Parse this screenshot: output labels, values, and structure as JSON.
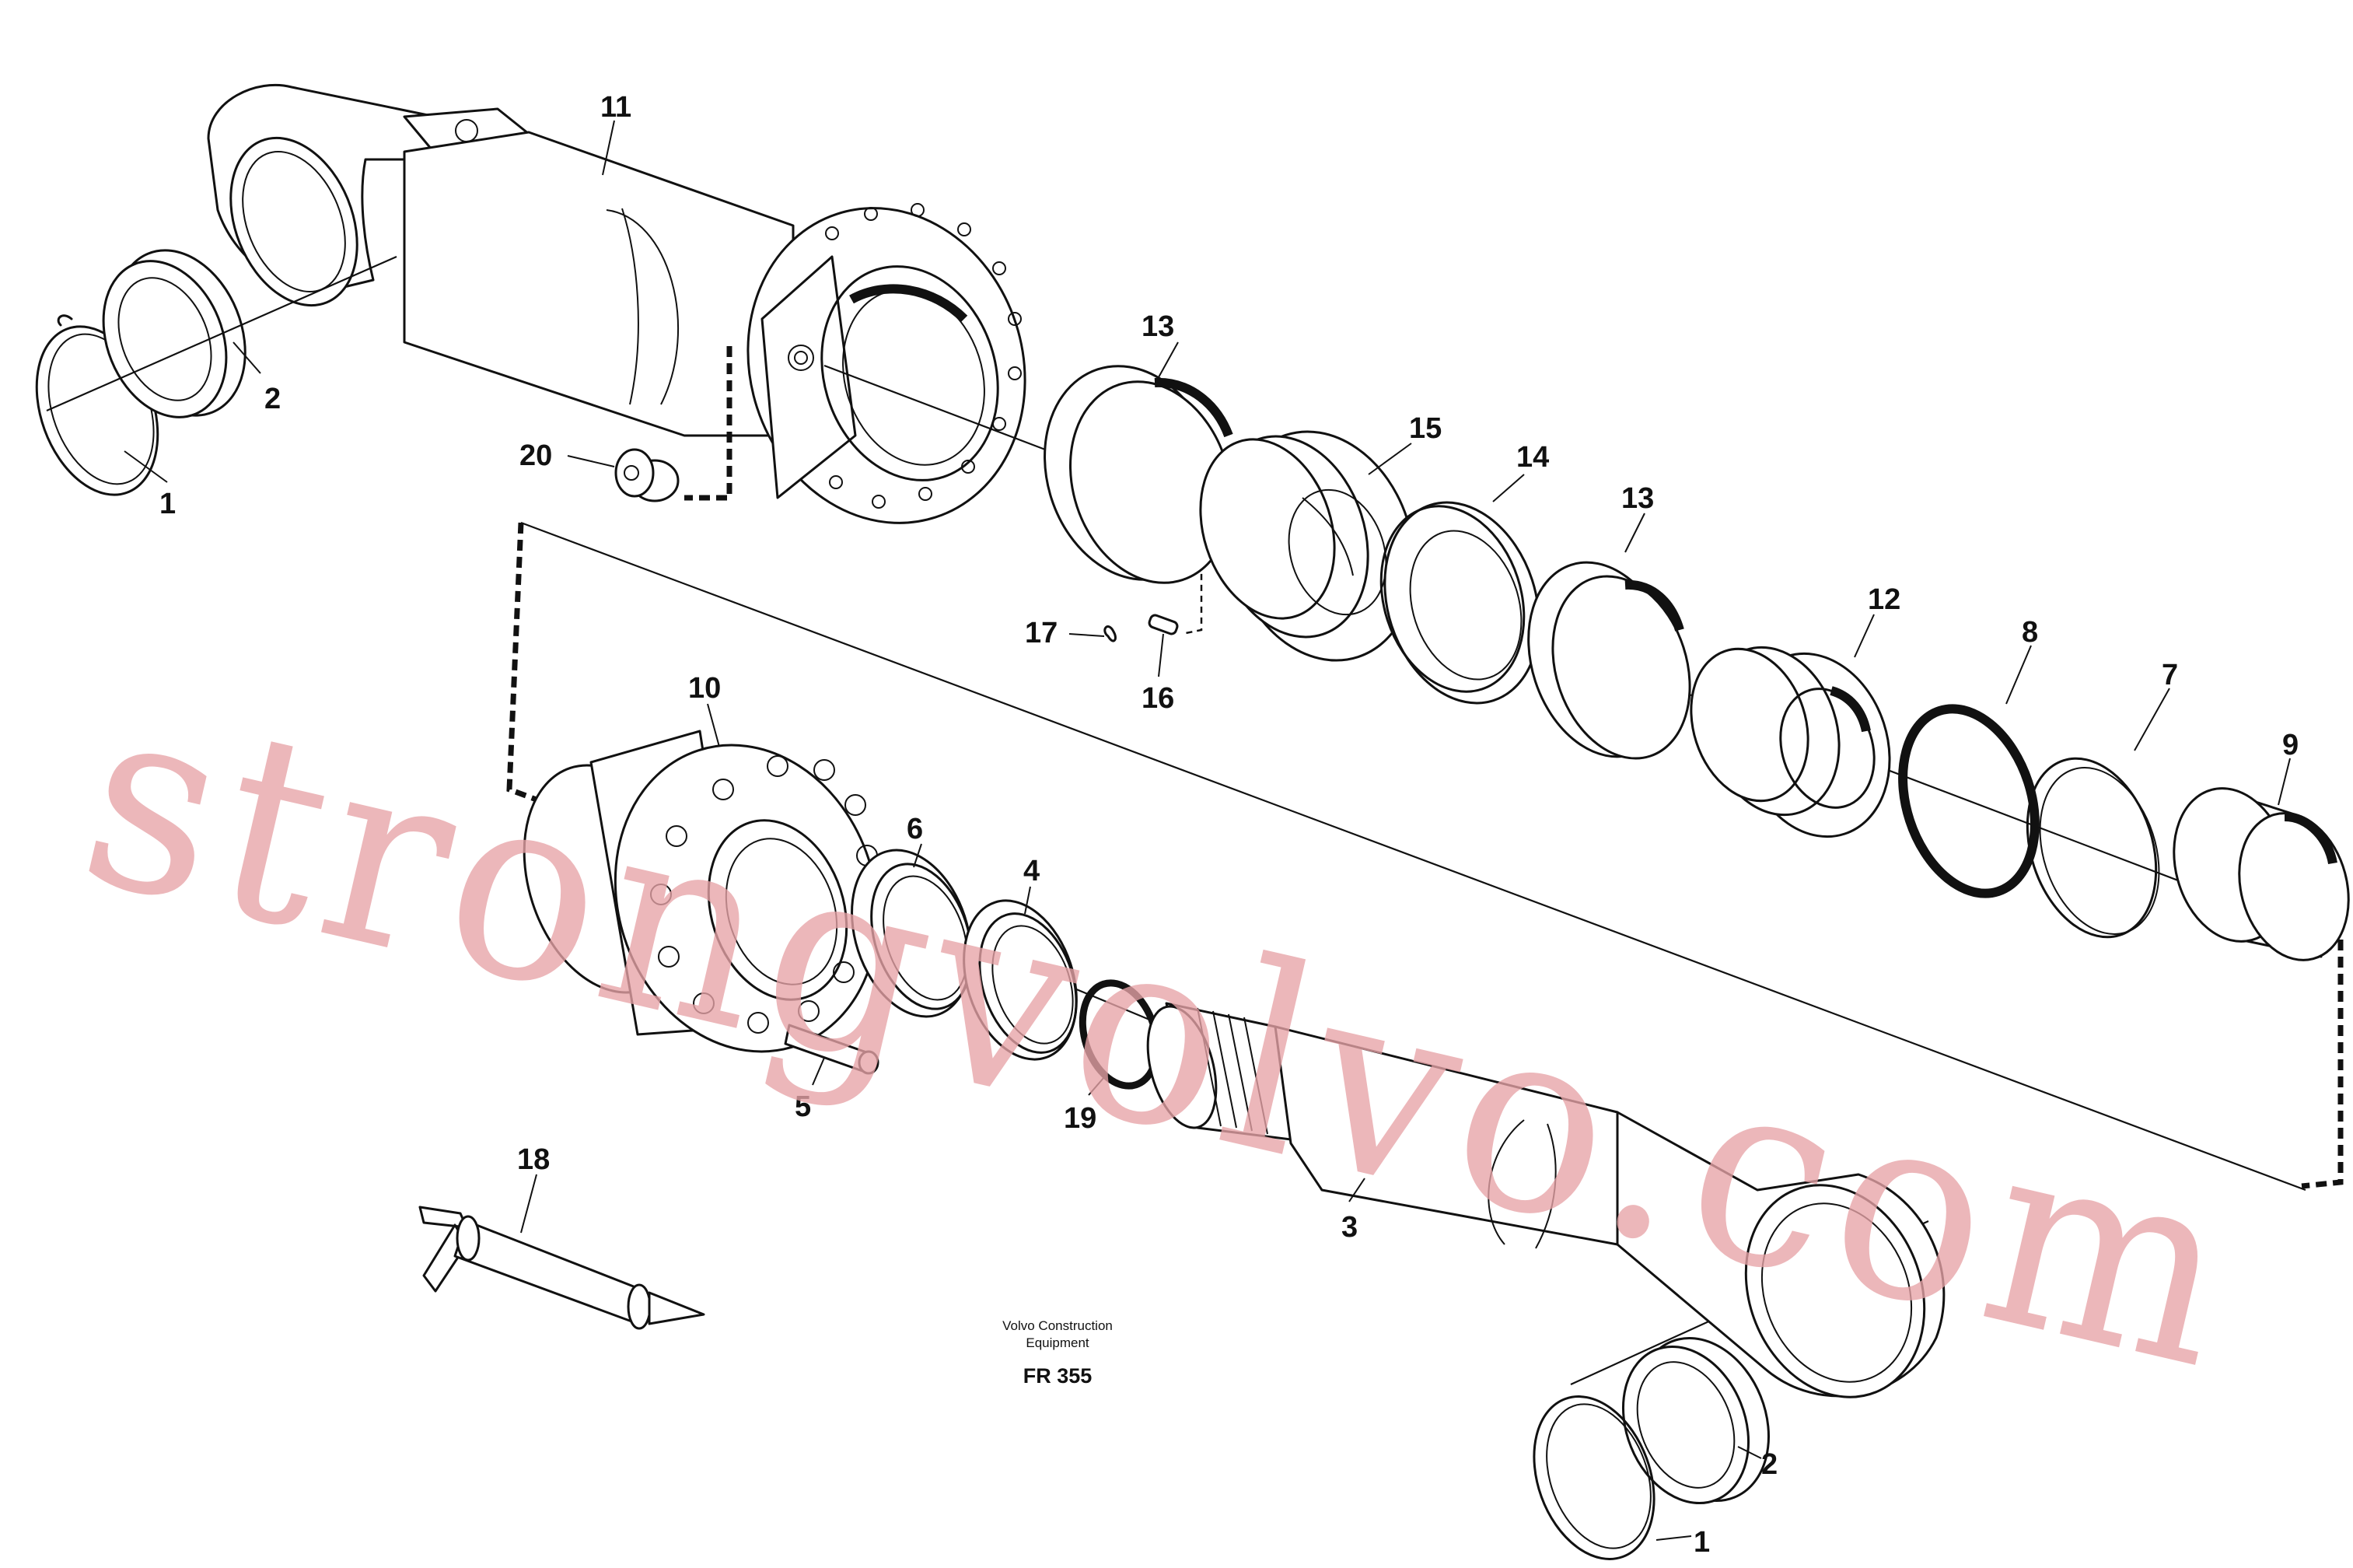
{
  "drawing": {
    "caption_line_1": "Volvo Construction",
    "caption_line_2": "Equipment",
    "figure_code": "FR 355",
    "watermark": "strongvolvo.com",
    "watermark_color": "#e7a3a7",
    "line_color": "#111111"
  },
  "callouts": {
    "c1_top": "1",
    "c2_top": "2",
    "c3": "3",
    "c4": "4",
    "c5": "5",
    "c6": "6",
    "c7": "7",
    "c8": "8",
    "c9": "9",
    "c10": "10",
    "c11": "11",
    "c12": "12",
    "c13_a": "13",
    "c13_b": "13",
    "c14": "14",
    "c15": "15",
    "c16": "16",
    "c17": "17",
    "c18": "18",
    "c19": "19",
    "c20": "20",
    "c1_bottom": "1",
    "c2_bottom": "2"
  }
}
